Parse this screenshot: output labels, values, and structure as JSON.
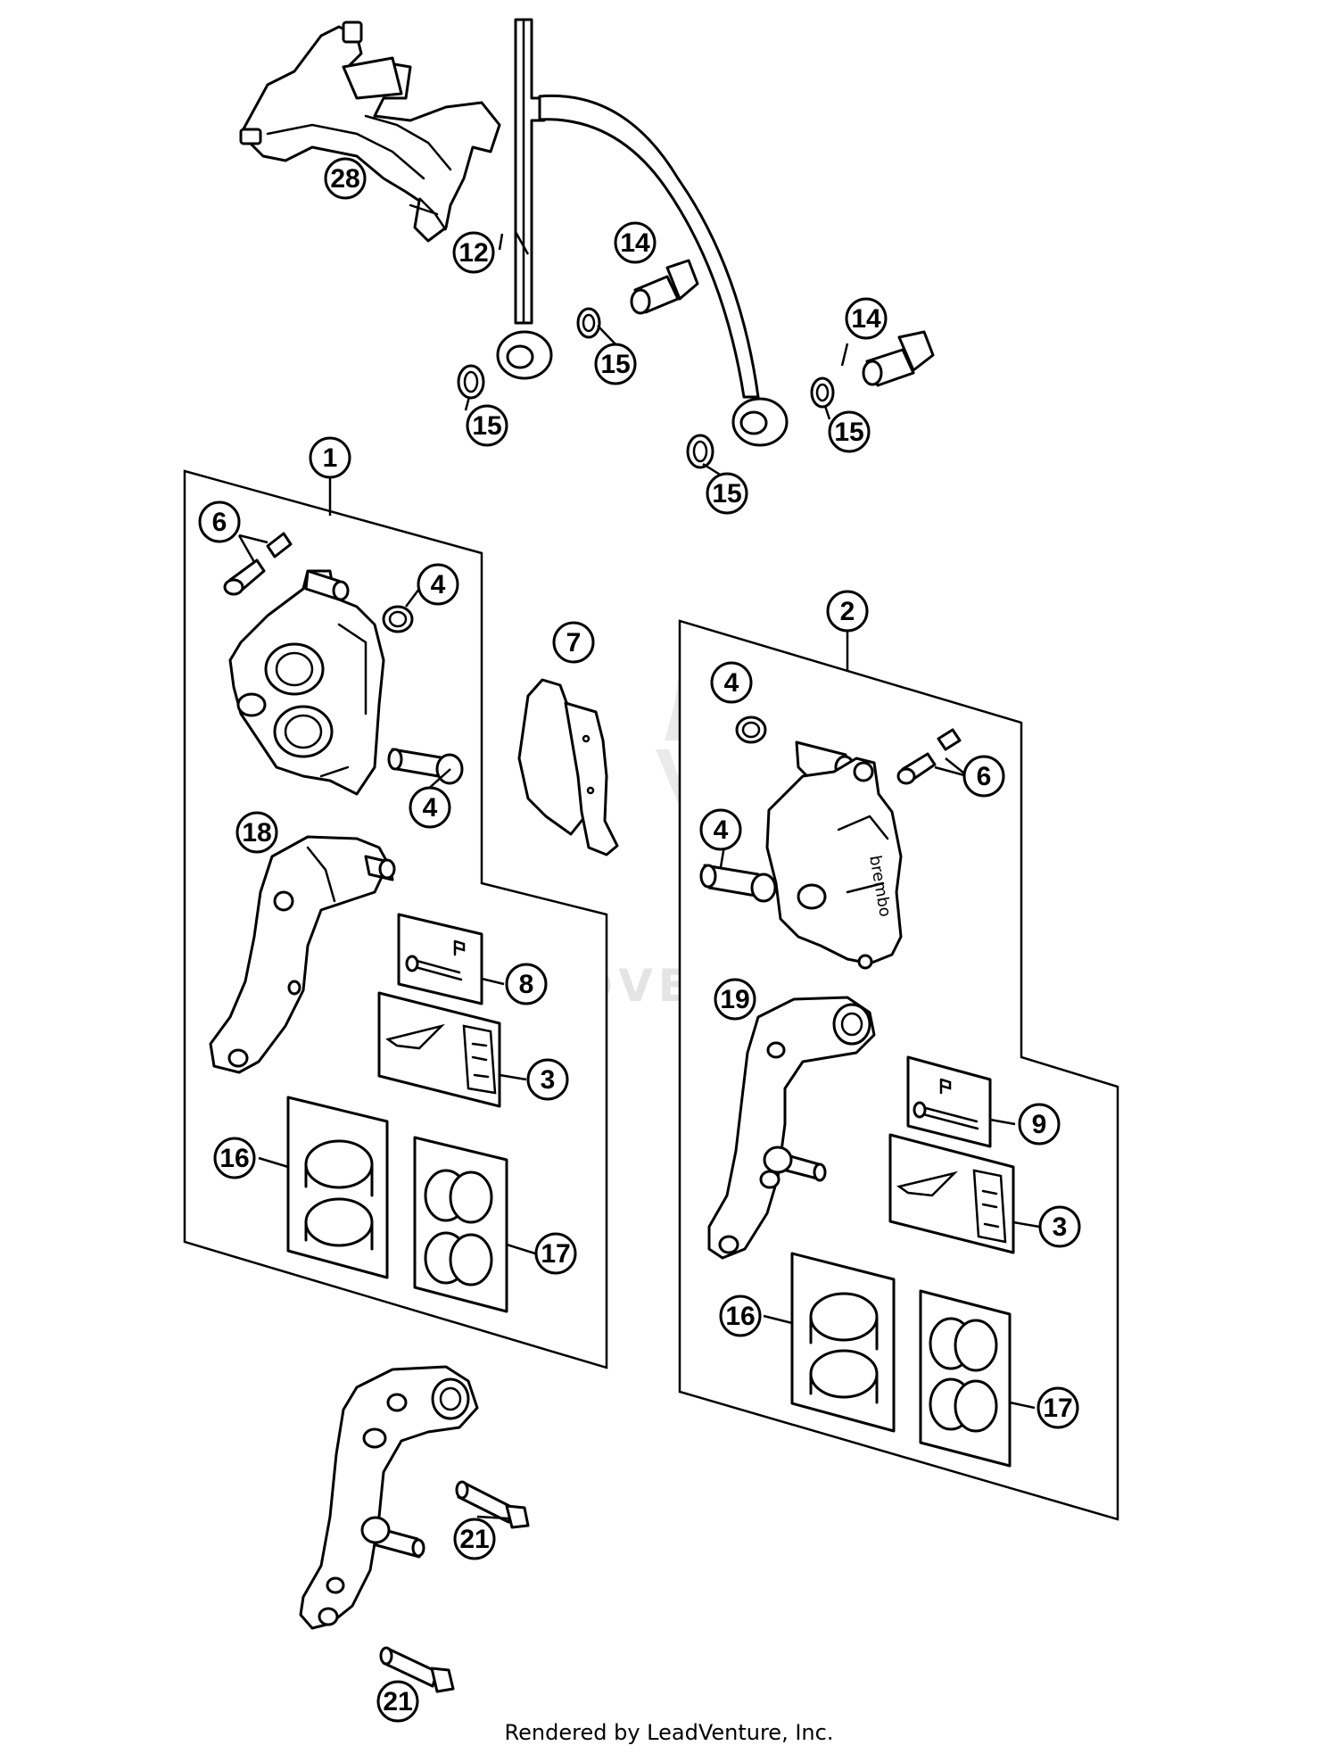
{
  "callouts": [
    {
      "id": "c28",
      "label": "28"
    },
    {
      "id": "c12",
      "label": "12"
    },
    {
      "id": "c14a",
      "label": "14"
    },
    {
      "id": "c15a",
      "label": "15"
    },
    {
      "id": "c15b",
      "label": "15"
    },
    {
      "id": "c14b",
      "label": "14"
    },
    {
      "id": "c15c",
      "label": "15"
    },
    {
      "id": "c15d",
      "label": "15"
    },
    {
      "id": "c1",
      "label": "1"
    },
    {
      "id": "c6a",
      "label": "6"
    },
    {
      "id": "c4a",
      "label": "4"
    },
    {
      "id": "c4b",
      "label": "4"
    },
    {
      "id": "c7",
      "label": "7"
    },
    {
      "id": "c18",
      "label": "18"
    },
    {
      "id": "c8",
      "label": "8"
    },
    {
      "id": "c3a",
      "label": "3"
    },
    {
      "id": "c16a",
      "label": "16"
    },
    {
      "id": "c17a",
      "label": "17"
    },
    {
      "id": "c2",
      "label": "2"
    },
    {
      "id": "c4c",
      "label": "4"
    },
    {
      "id": "c6b",
      "label": "6"
    },
    {
      "id": "c4d",
      "label": "4"
    },
    {
      "id": "c19",
      "label": "19"
    },
    {
      "id": "c9",
      "label": "9"
    },
    {
      "id": "c3b",
      "label": "3"
    },
    {
      "id": "c16b",
      "label": "16"
    },
    {
      "id": "c17b",
      "label": "17"
    },
    {
      "id": "c21a",
      "label": "21"
    },
    {
      "id": "c21b",
      "label": "21"
    }
  ],
  "caliper_brand": "brembo",
  "watermark": "LEADVENTURE",
  "footer": "Rendered by LeadVenture, Inc."
}
